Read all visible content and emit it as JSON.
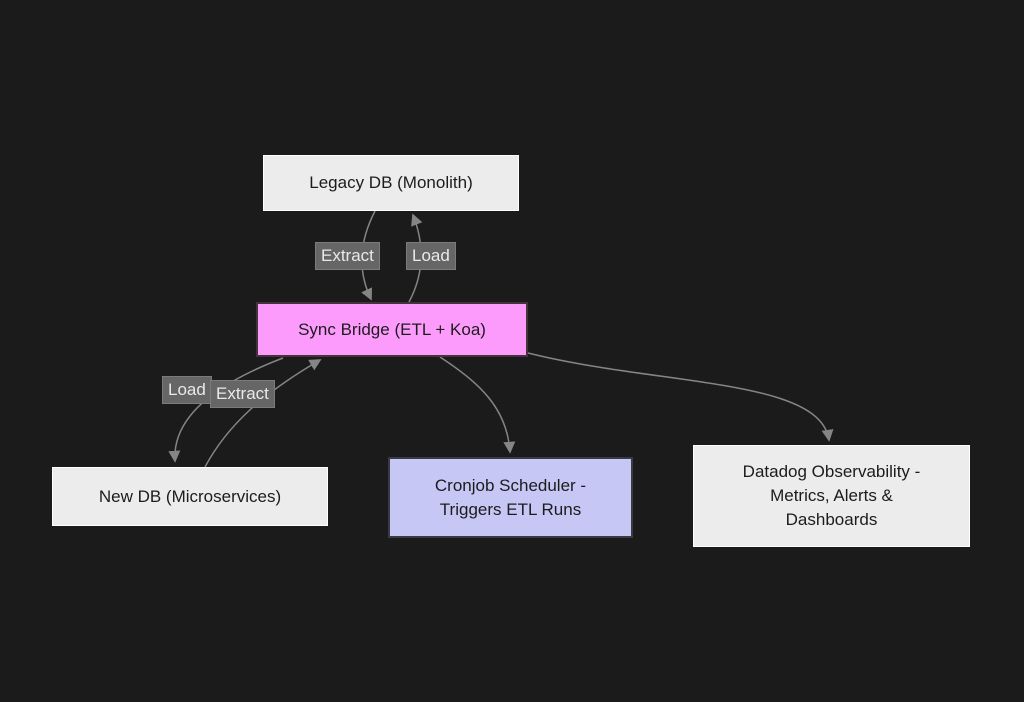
{
  "diagram_type": "flowchart",
  "nodes": {
    "legacy": {
      "label": "Legacy DB (Monolith)",
      "fill": "#ececec",
      "border": "#ffffff"
    },
    "sync": {
      "label": "Sync Bridge (ETL + Koa)",
      "fill": "#fd9bfd",
      "border": "#45323f"
    },
    "newdb": {
      "label": "New DB (Microservices)",
      "fill": "#ececec",
      "border": "#ffffff"
    },
    "cron": {
      "lines": [
        "Cronjob Scheduler -",
        "Triggers ETL Runs"
      ],
      "fill": "#c6c7f4",
      "border": "#3a3a44"
    },
    "datadog": {
      "lines": [
        "Datadog Observability -",
        "Metrics, Alerts &",
        "Dashboards"
      ],
      "fill": "#ececec",
      "border": "#ffffff"
    }
  },
  "edge_labels": {
    "extract_top": "Extract",
    "load_top": "Load",
    "load_bottom": "Load",
    "extract_bottom": "Extract"
  },
  "edges": [
    {
      "from": "Legacy DB (Monolith)",
      "to": "Sync Bridge (ETL + Koa)",
      "label": "Extract"
    },
    {
      "from": "Sync Bridge (ETL + Koa)",
      "to": "Legacy DB (Monolith)",
      "label": "Load"
    },
    {
      "from": "Sync Bridge (ETL + Koa)",
      "to": "New DB (Microservices)",
      "label": "Load"
    },
    {
      "from": "New DB (Microservices)",
      "to": "Sync Bridge (ETL + Koa)",
      "label": "Extract"
    },
    {
      "from": "Sync Bridge (ETL + Koa)",
      "to": "Cronjob Scheduler - Triggers ETL Runs",
      "label": ""
    },
    {
      "from": "Sync Bridge (ETL + Koa)",
      "to": "Datadog Observability - Metrics, Alerts & Dashboards",
      "label": ""
    }
  ],
  "colors": {
    "background": "#1b1b1b",
    "node_fill_light": "#ececec",
    "node_border_light": "#ffffff",
    "sync_fill": "#fd9bfd",
    "cron_fill": "#c6c7f4",
    "edge_stroke": "#858585",
    "edge_label_bg": "#666666",
    "edge_label_text": "#e9e9e9",
    "node_text": "#1c1c1c"
  }
}
